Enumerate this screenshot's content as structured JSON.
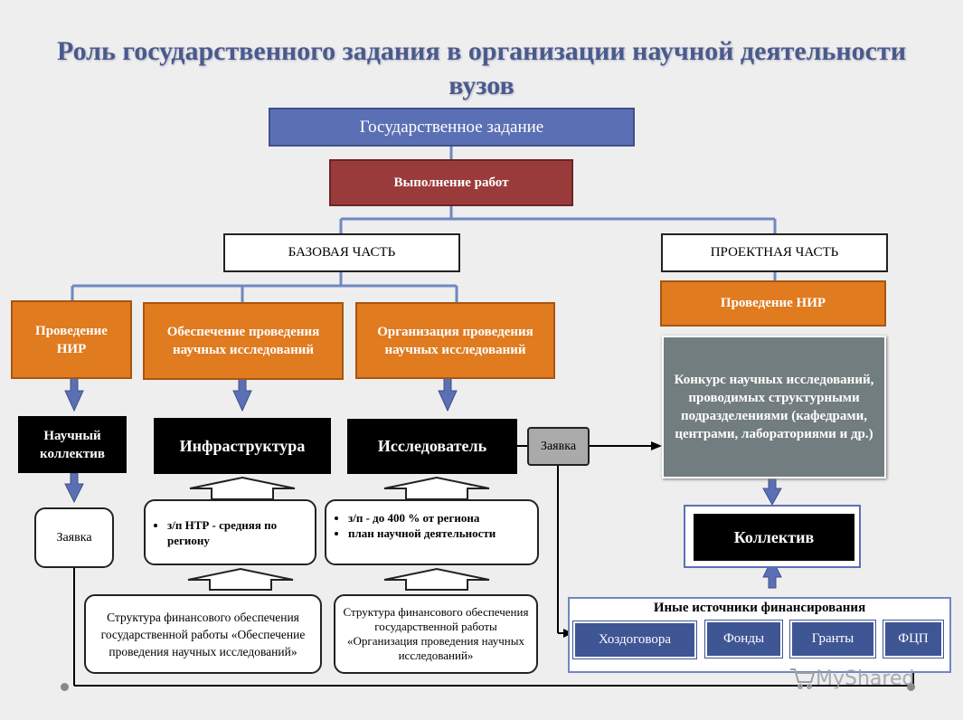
{
  "title": "Роль государственного задания в организации научной деятельности вузов",
  "nodes": {
    "gos_zadanie": "Государственное задание",
    "vypolnenie_rabot": "Выполнение работ",
    "bazovaya_chast": "БАЗОВАЯ ЧАСТЬ",
    "proektnaya_chast": "ПРОЕКТНАЯ ЧАСТЬ",
    "provedenie_nir_left": "Проведение НИР",
    "obespechenie": "Обеспечение проведения научных исследований",
    "organizatsiya": "Организация проведения научных исследований",
    "provedenie_nir_right": "Проведение НИР",
    "konkurs": "Конкурс научных исследований, проводимых структурными подразделениями (кафедрами, центрами, лабораториями и др.)",
    "nauchny_kollektiv": "Научный коллектив",
    "infrastruktura": "Инфраструктура",
    "issledovatel": "Исследователь",
    "zayavka_gray": "Заявка",
    "zayavka_white": "Заявка",
    "kollektiv": "Коллектив",
    "infra_bullets": [
      "з/п НТР - средняя по региону"
    ],
    "issl_bullets": [
      "з/п - до 400 % от региона",
      "план научной деятельности"
    ],
    "struktura_1": "Структура финансового обеспечения государственной работы «Обеспечение проведения научных исследований»",
    "struktura_2": "Структура финансового обеспечения государственной работы «Организация проведения научных исследований»",
    "inye_istochniki": "Иные источники финансирования",
    "financing": [
      "Хоздоговора",
      "Фонды",
      "Гранты",
      "ФЦП"
    ]
  },
  "watermark": "MyShared",
  "colors": {
    "blue": "#5b70b4",
    "dark_red": "#9a3b3b",
    "orange": "#e07b20",
    "gray": "#717d7e",
    "navy": "#3f5694",
    "line": "#6f88c0"
  }
}
